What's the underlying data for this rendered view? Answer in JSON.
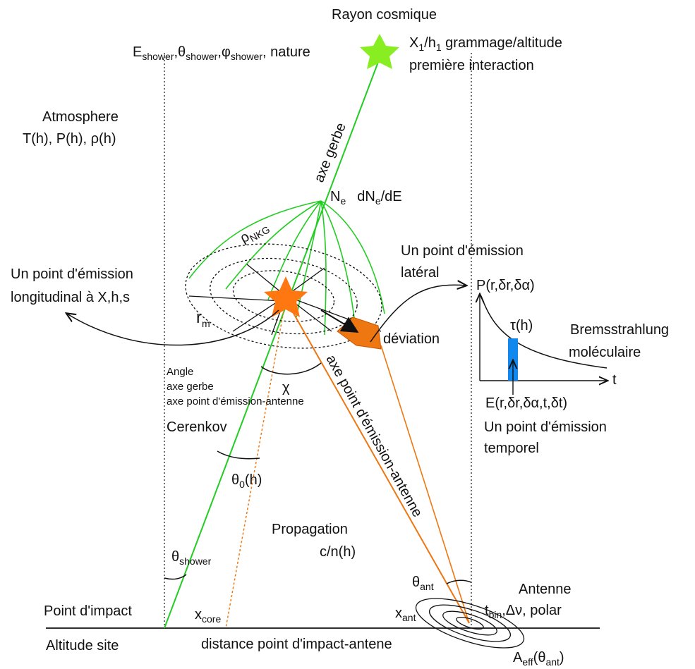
{
  "title": "Rayon cosmique",
  "primary": {
    "E": "E",
    "E_sub": "shower",
    "theta": "θ",
    "theta_sub": "shower",
    "phi": "φ",
    "phi_sub": "shower",
    "rest": ", nature"
  },
  "first_interaction": {
    "X": "X",
    "X_sub": "1",
    "slash": "/h",
    "h_sub": "1",
    "rest": " grammage/altitude",
    "line2": "première interaction"
  },
  "atmosphere": {
    "line1": "Atmosphere",
    "line2": "T(h), P(h), ρ(h)"
  },
  "shower_axis_label": "axe gerbe",
  "ne": {
    "N": "N",
    "N_sub": "e",
    "d1": "dN",
    "d_sub": "e",
    "d2": "/dE"
  },
  "nkg": {
    "rho": "ρ",
    "rho_sub": "NKG"
  },
  "longitudinal": {
    "line1": "Un point d'émission",
    "line2": "longitudinal à X,h,s"
  },
  "rm": {
    "r": "r",
    "r_sub": "m"
  },
  "lateral": {
    "line1": "Un point d'émission",
    "line2": "latéral"
  },
  "deviation": "déviation",
  "pulse": {
    "title": "P(r,δr,δα)",
    "tau": "τ(h)",
    "t_axis": "t",
    "field": "E(r,δr,δα,t,δt)",
    "temporal1": "Un point d'émission",
    "temporal2": "temporel"
  },
  "bremsstrahlung": {
    "line1": "Bremsstrahlung",
    "line2": "moléculaire"
  },
  "angle_text": {
    "line1": "Angle",
    "line2": "axe gerbe",
    "line3": "axe point d'émission-antenne"
  },
  "chi": "χ",
  "emission_axis_label": "axe point d'émission-antenne",
  "cerenkov": "Cerenkov",
  "theta0": {
    "theta": "θ",
    "sub": "0",
    "rest": "(h)"
  },
  "propagation": {
    "line1": "Propagation",
    "line2": "c/n(h)"
  },
  "theta_shower": {
    "theta": "θ",
    "sub": "shower"
  },
  "theta_ant": {
    "theta": "θ",
    "sub": "ant"
  },
  "antenna": {
    "line1": "Antenne",
    "t": "t",
    "t_sub": "bin",
    "rest": ",Δν, polar"
  },
  "impact_point": "Point d'impact",
  "x_core": {
    "x": "x",
    "sub": "core"
  },
  "x_ant": {
    "x": "x",
    "sub": "ant"
  },
  "site_altitude": "Altitude site",
  "distance_label": "distance point d'impact-antene",
  "aeff": {
    "A": "A",
    "A_sub": "eff",
    "open": "(θ",
    "theta_sub": "ant",
    "close": ")"
  },
  "colors": {
    "shower": "#22cc22",
    "emission": "#ee7711",
    "star_primary": "#88ee22",
    "star_emission": "#ff7711",
    "pulse_bar": "#1188ee"
  }
}
